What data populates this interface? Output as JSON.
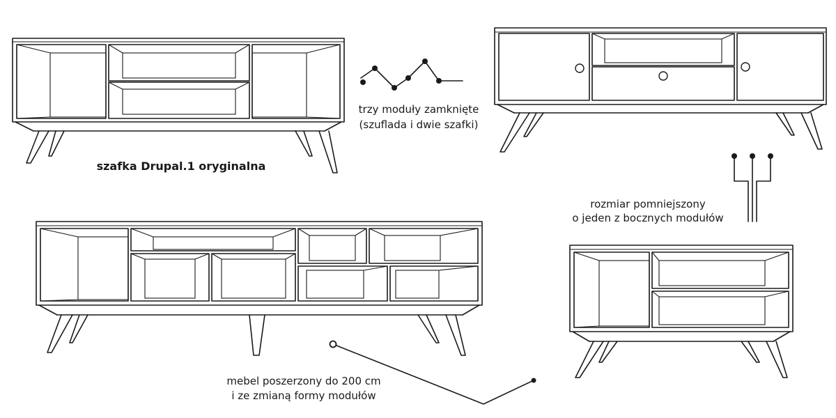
{
  "labels": {
    "original_title": "szafka Drupal.1 oryginalna",
    "closed_modules_line1": "trzy moduły zamknięte",
    "closed_modules_line2": "(szuflada i dwie szafki)",
    "reduced_line1": "rozmiar pomniejszony",
    "reduced_line2": "o jeden z bocznych modułów",
    "widened_line1": "mebel poszerzony do 200 cm",
    "widened_line2": "i ze zmianą formy modułów"
  },
  "colors": {
    "ink": "#1a1a1a",
    "background": "#ffffff"
  }
}
